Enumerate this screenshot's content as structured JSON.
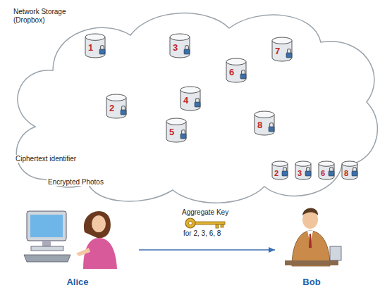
{
  "diagram": {
    "nodes": [
      {
        "text": [
          "Network Storage (Dropbox)"
        ]
      },
      {
        "text": [
          "1"
        ],
        "in": 0
      },
      {
        "text": [
          "2"
        ],
        "in": 0
      },
      {
        "text": [
          "3"
        ],
        "in": 0
      },
      {
        "text": [
          "4"
        ],
        "in": 0
      },
      {
        "text": [
          "5"
        ],
        "in": 0
      },
      {
        "text": [
          "6"
        ],
        "in": 0
      },
      {
        "text": [
          "7"
        ],
        "in": 0
      },
      {
        "text": [
          "8"
        ],
        "in": 0
      },
      {
        "text": [
          "Alice"
        ]
      },
      {
        "text": [
          "2"
        ]
      },
      {
        "text": [
          "3"
        ]
      },
      {
        "text": [
          "6"
        ]
      },
      {
        "text": [
          "8"
        ]
      },
      {
        "text": [
          "Bob"
        ]
      }
    ],
    "edges": [
      {
        "from": 0,
        "to": 14,
        "arrow": "to"
      },
      {
        "from": 9,
        "to": 14,
        "arrow": "to"
      }
    ],
    "labels": [
      "Ciphertext identifier",
      "Encrypted Photos",
      "Aggregate Key",
      "for 2, 3, 6, 8"
    ]
  }
}
